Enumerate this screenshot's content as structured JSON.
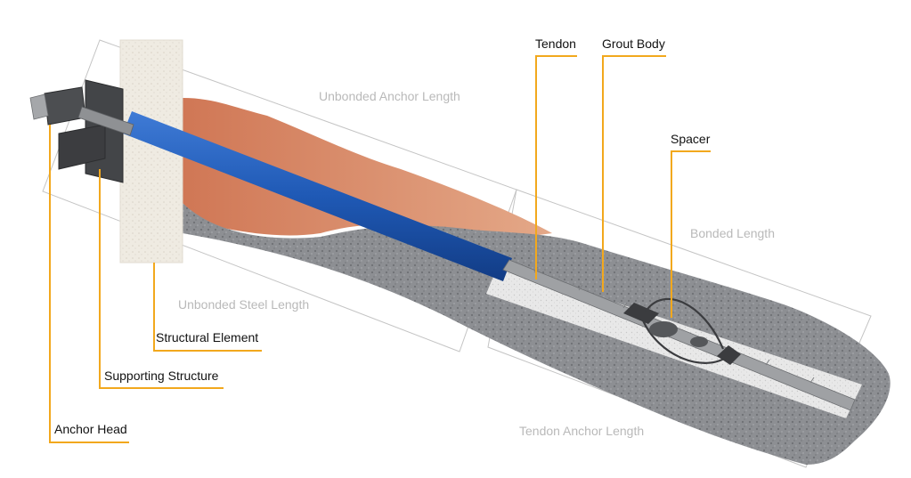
{
  "labels": {
    "tendon": "Tendon",
    "grout_body": "Grout Body",
    "spacer": "Spacer",
    "structural_element": "Structural Element",
    "supporting_structure": "Supporting Structure",
    "anchor_head": "Anchor Head"
  },
  "regions": {
    "unbonded_anchor_length": "Unbonded Anchor Length",
    "bonded_length": "Bonded Length",
    "unbonded_steel_length": "Unbonded Steel Length",
    "tendon_anchor_length": "Tendon Anchor Length"
  },
  "colors": {
    "leader": "#f2a81d",
    "region_text": "#b9b9b9",
    "label_text": "#111111",
    "sheath": "#1f59b5",
    "soil": "#d78a66",
    "grout": "#8a8c90",
    "wall": "#ede9e0",
    "steel": "#4a4c4f"
  }
}
